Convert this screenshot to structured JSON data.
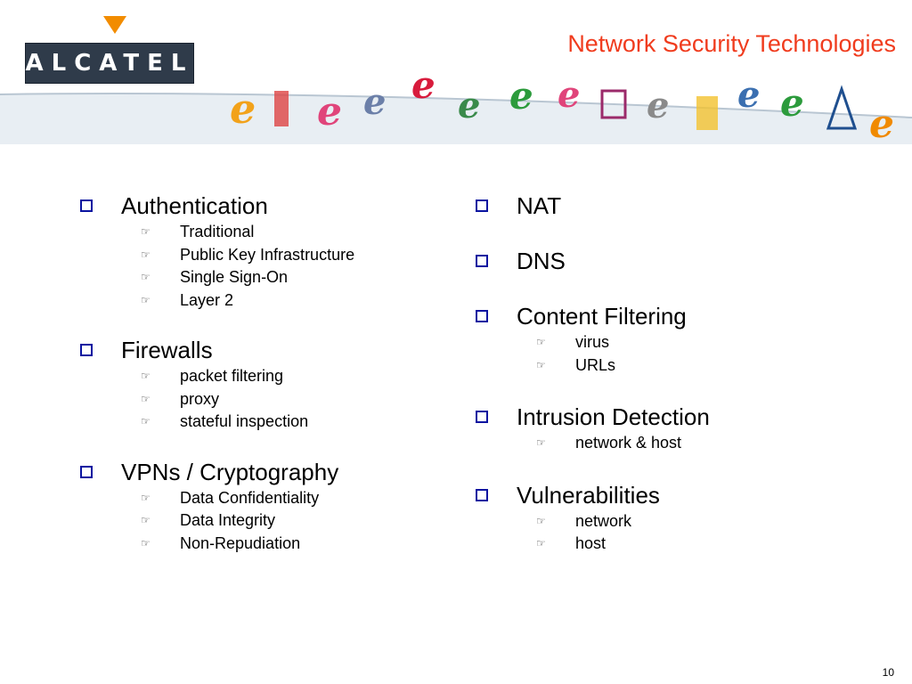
{
  "brand": {
    "logo_text": "ALCATEL",
    "accent": "#f28c00",
    "bar_color": "#2f3b4a"
  },
  "title": "Network Security Technologies",
  "colors": {
    "title": "#f03c1e",
    "bullet_box": "#0a14a0"
  },
  "left_column": [
    {
      "label": "Authentication",
      "items": [
        "Traditional",
        "Public Key Infrastructure",
        "Single Sign-On",
        "Layer 2"
      ]
    },
    {
      "label": "Firewalls",
      "items": [
        "packet filtering",
        "proxy",
        "stateful inspection"
      ]
    },
    {
      "label": "VPNs / Cryptography",
      "items": [
        "Data Confidentiality",
        "Data Integrity",
        "Non-Repudiation"
      ]
    }
  ],
  "right_column": [
    {
      "label": "NAT",
      "items": []
    },
    {
      "label": "DNS",
      "items": []
    },
    {
      "label": "Content Filtering",
      "items": [
        "virus",
        "URLs"
      ]
    },
    {
      "label": "Intrusion Detection",
      "items": [
        "network & host"
      ]
    },
    {
      "label": "Vulnerabilities",
      "items": [
        "network",
        "host"
      ]
    }
  ],
  "page_number": "10"
}
